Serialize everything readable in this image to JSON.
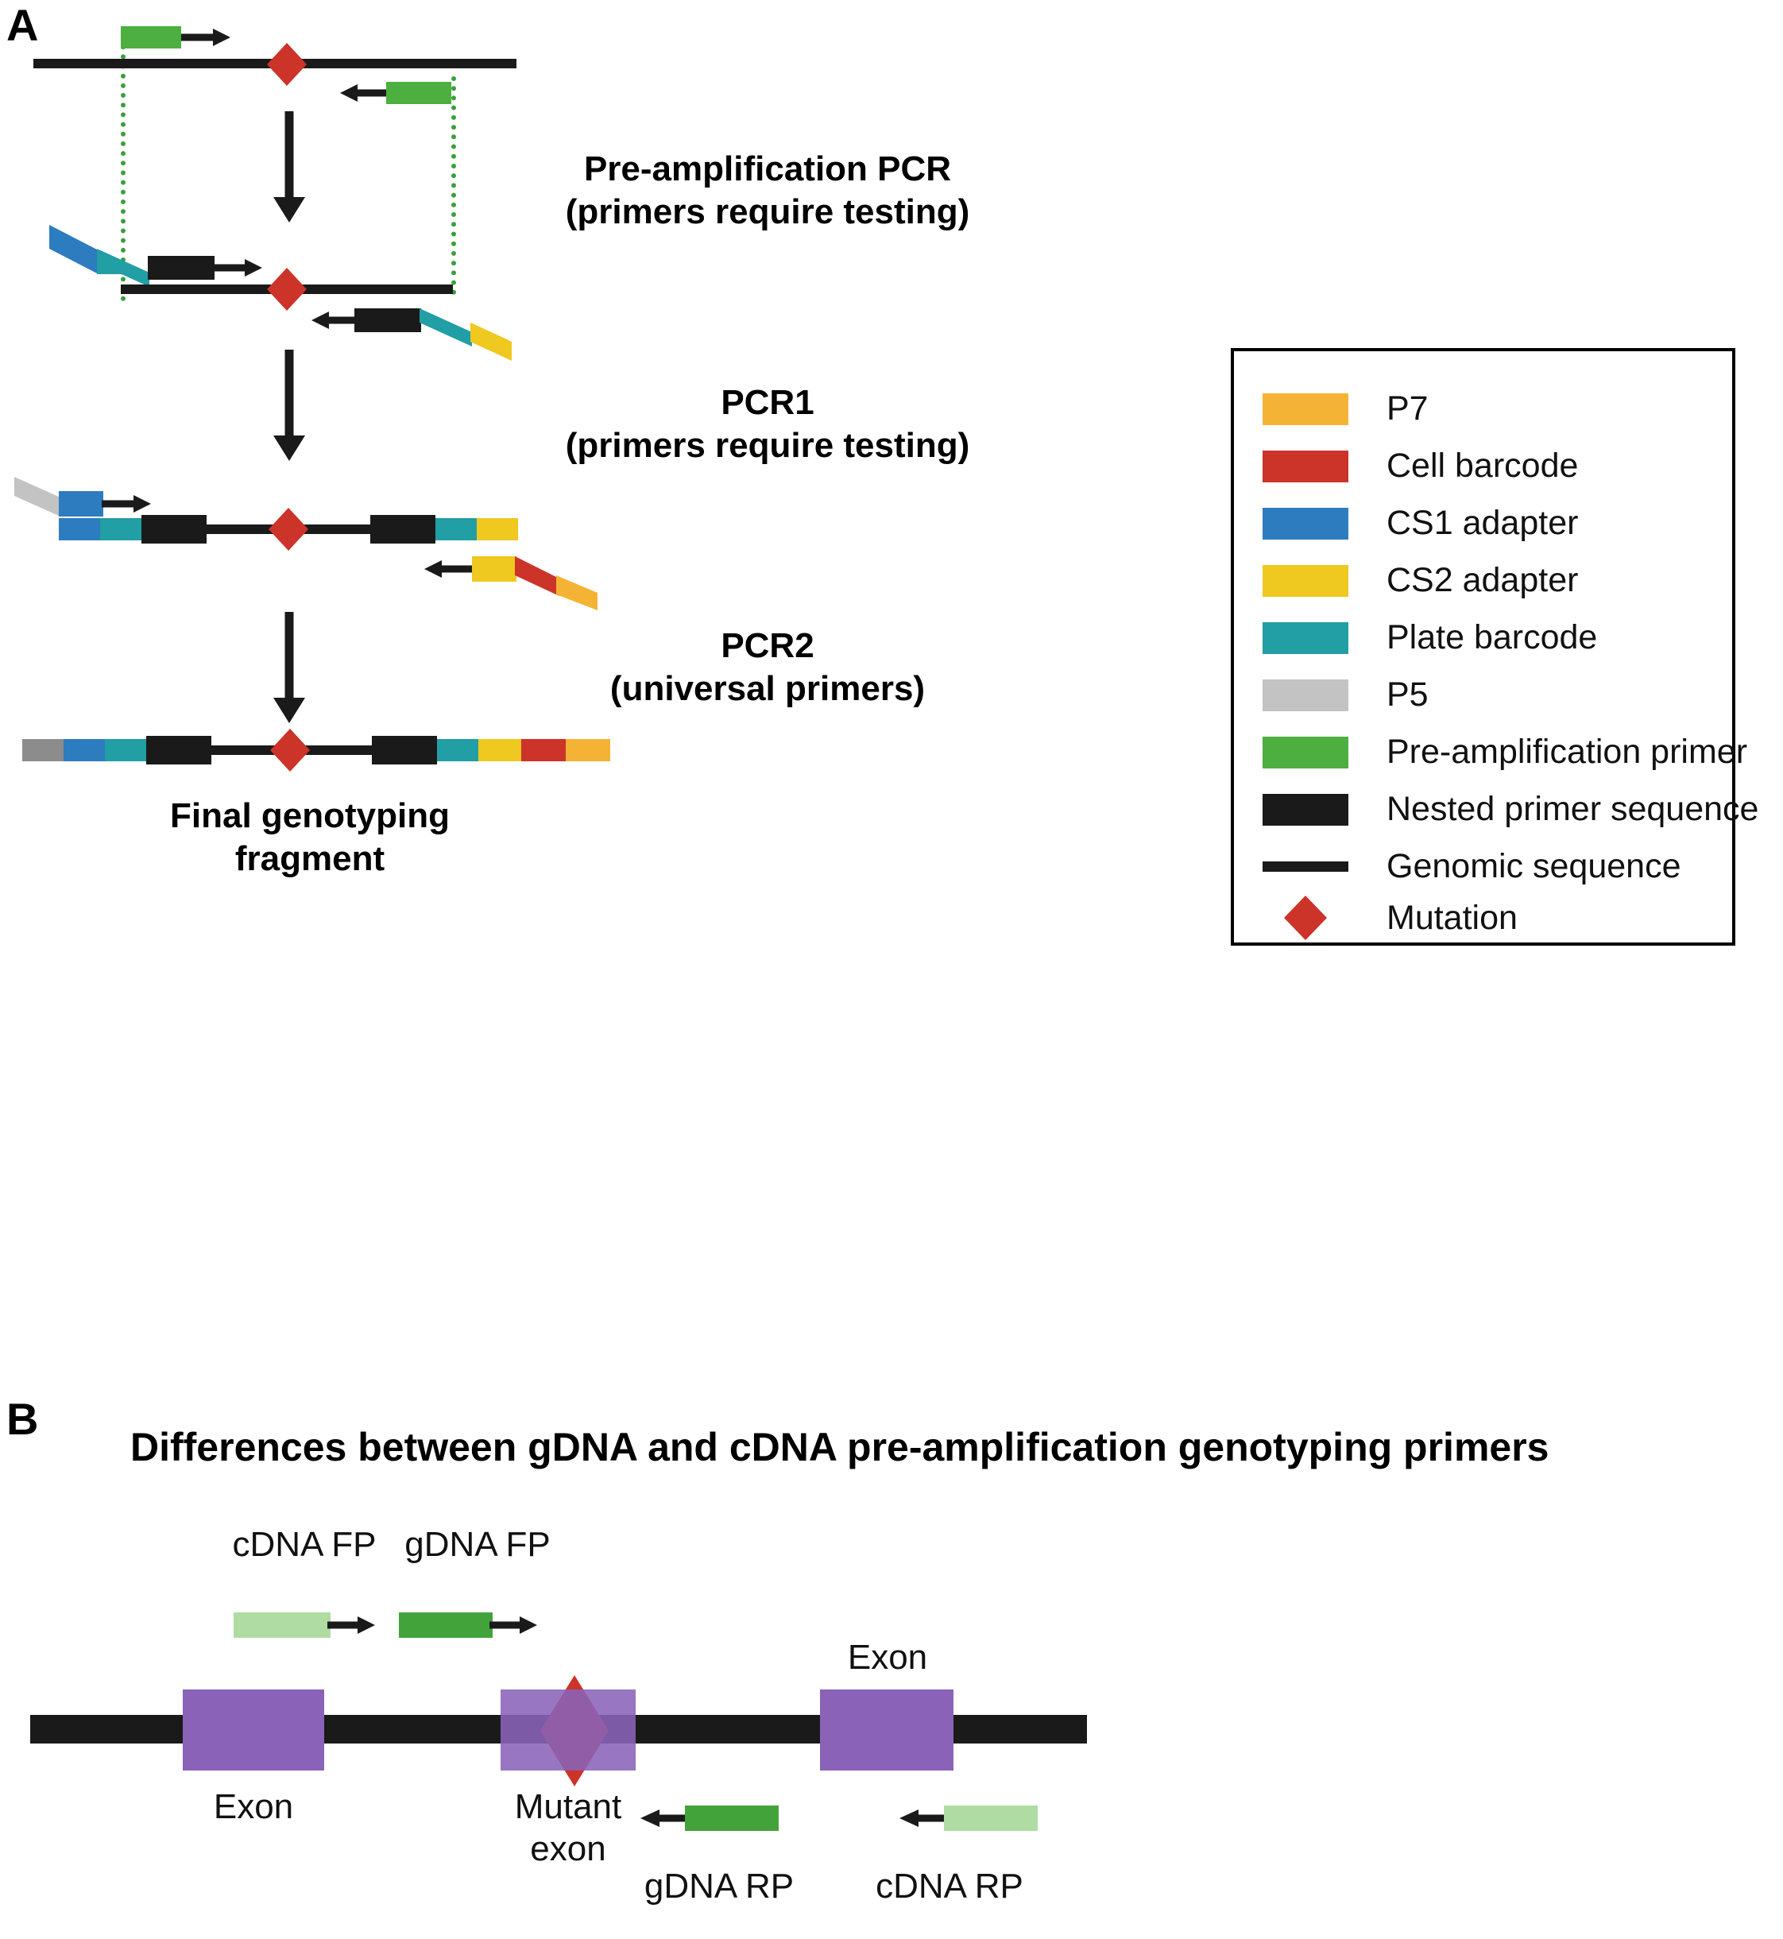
{
  "figure": {
    "panels": [
      {
        "letter": "A"
      },
      {
        "letter": "B"
      }
    ]
  },
  "panel_a": {
    "steps": [
      {
        "id": "preamp",
        "label": "Pre-amplification PCR\n(primers require testing)"
      },
      {
        "id": "pcr1",
        "label": "PCR1\n(primers require testing)"
      },
      {
        "id": "pcr2",
        "label": "PCR2\n(universal primers)"
      }
    ],
    "final_label": "Final genotyping\nfragment",
    "constructs": {
      "preamp_forward_primer": [
        "Pre-amplification primer"
      ],
      "preamp_reverse_primer": [
        "Pre-amplification primer"
      ],
      "pcr1_forward_primer": [
        "CS1 adapter",
        "Plate barcode",
        "Nested primer sequence"
      ],
      "pcr1_reverse_primer": [
        "Nested primer sequence",
        "Plate barcode",
        "CS2 adapter"
      ],
      "pcr2_forward_primer": [
        "P5",
        "CS1 adapter"
      ],
      "pcr2_reverse_primer": [
        "CS2 adapter",
        "Cell barcode",
        "P7"
      ],
      "pcr2_template": [
        "CS1 adapter",
        "Plate barcode",
        "Nested primer sequence",
        "Genomic sequence",
        "Mutation",
        "Genomic sequence",
        "Nested primer sequence",
        "Plate barcode",
        "CS2 adapter"
      ],
      "final_fragment": [
        "P5",
        "CS1 adapter",
        "Plate barcode",
        "Nested primer sequence",
        "Genomic sequence",
        "Mutation",
        "Genomic sequence",
        "Nested primer sequence",
        "Plate barcode",
        "CS2 adapter",
        "Cell barcode",
        "P7"
      ]
    }
  },
  "legend": {
    "items": [
      {
        "label": "P7",
        "color": "#F5B335",
        "shape": "block"
      },
      {
        "label": "Cell barcode",
        "color": "#CC3329",
        "shape": "block"
      },
      {
        "label": "CS1 adapter",
        "color": "#2E7CC0",
        "shape": "block"
      },
      {
        "label": "CS2 adapter",
        "color": "#EFC820",
        "shape": "block"
      },
      {
        "label": "Plate barcode",
        "color": "#229EA5",
        "shape": "block"
      },
      {
        "label": "P5",
        "color": "#C3C3C3",
        "shape": "block"
      },
      {
        "label": "Pre-amplification primer",
        "color": "#4CAF3F",
        "shape": "block"
      },
      {
        "label": "Nested primer sequence",
        "color": "#1A1A1A",
        "shape": "block"
      },
      {
        "label": "Genomic sequence",
        "color": "#1A1A1A",
        "shape": "line"
      },
      {
        "label": "Mutation",
        "color": "#CC3329",
        "shape": "diamond"
      }
    ]
  },
  "panel_b": {
    "title": "Differences between gDNA and cDNA pre-amplification genotyping primers",
    "primers": [
      {
        "id": "cdna-fp",
        "label": "cDNA FP",
        "color": "#AEDCA2",
        "direction": "forward"
      },
      {
        "id": "gdna-fp",
        "label": "gDNA FP",
        "color": "#43A33B",
        "direction": "forward"
      },
      {
        "id": "gdna-rp",
        "label": "gDNA RP",
        "color": "#43A33B",
        "direction": "reverse"
      },
      {
        "id": "cdna-rp",
        "label": "cDNA RP",
        "color": "#AEDCA2",
        "direction": "reverse"
      }
    ],
    "features": [
      {
        "id": "exon-left",
        "label": "Exon",
        "color": "#8A63B8"
      },
      {
        "id": "exon-mutant",
        "label": "Mutant\nexon",
        "color": "#8A63B8"
      },
      {
        "id": "exon-right",
        "label": "Exon",
        "color": "#8A63B8"
      }
    ],
    "mutation_color": "#CC3329",
    "backbone_color": "#1A1A1A"
  },
  "colors": {
    "p7": "#F5B335",
    "cell_barcode": "#CC3329",
    "cs1": "#2E7CC0",
    "cs2": "#EFC820",
    "plate_barcode": "#229EA5",
    "p5": "#C3C3C3",
    "preamp_primer": "#4CAF3F",
    "nested": "#1A1A1A",
    "genomic": "#1A1A1A",
    "mutation": "#CC3329",
    "exon": "#8A63B8",
    "guide": "#3AA03A"
  }
}
